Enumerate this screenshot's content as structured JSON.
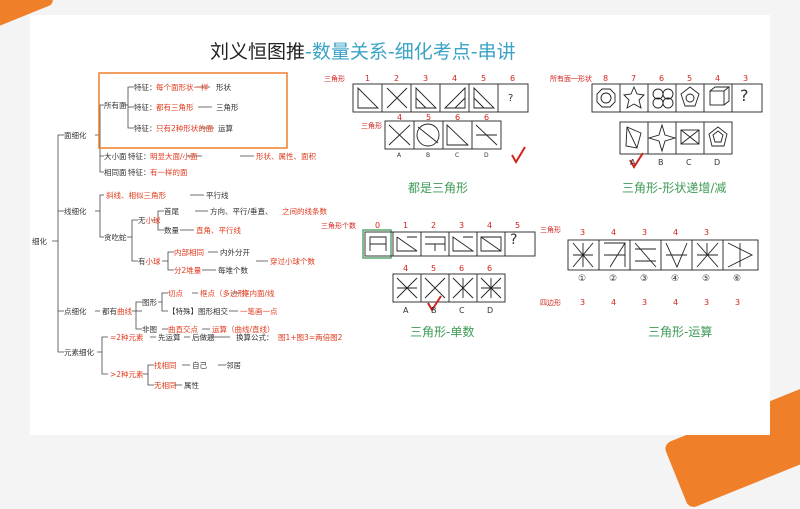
{
  "title": {
    "part1": "刘义恒图推",
    "part2": "-数量关系-细化考点-串讲"
  },
  "mindmap": {
    "root": "细化",
    "n_face": "面细化",
    "n_all": "所有面",
    "feat1_label": "特征：",
    "feat1_val": "每个面形状一样",
    "feat1_out": "形状",
    "feat2_label": "特征：",
    "feat2_val": "都有三角形",
    "feat2_out": "三角形",
    "feat3_label": "特征：",
    "feat3_val": "只有2种形状的面",
    "feat3_out": "运算",
    "n_size": "大小面",
    "size_label": "特征：",
    "size_val": "明显大面/小面",
    "size_out": "形状、属性、面积",
    "n_same": "相同面",
    "same_label": "特征：",
    "same_val": "有一样的面",
    "n_line": "线细化",
    "line_a": "斜线、相似三角形",
    "line_a_out": "平行线",
    "n_eat": "贪吃蛇",
    "no_ball": "无小球",
    "no_ball_pre": "无",
    "no_ball_red": "小球",
    "head": "首尾",
    "head_out1": "方向、平行/垂直、",
    "head_out2": "之间的线条数",
    "count": "数量",
    "count_out": "直角、平行线",
    "has_ball_pre": "有",
    "has_ball_red": "小球",
    "inner_same": "内部相同",
    "inner_out": "内外分开",
    "inner_note": "穿过小球个数",
    "split": "分2堆量",
    "split_out": "每堆个数",
    "n_point": "点细化",
    "curve_pre": "都有",
    "curve_red": "曲线",
    "shape": "图形",
    "tangent": "切点",
    "tangent_mid": "框点（多边形）",
    "tangent_out": "框内面/线",
    "special": "【特殊】图形相交",
    "special_out": "一笔画一点",
    "nonshape": "非图",
    "nonshape_mid": "曲直交点",
    "nonshape_out": "运算（曲线/直线）",
    "n_elem": "元素细化",
    "two_elem": "=2种元素",
    "two_first": "先运算",
    "two_then": "后做题",
    "two_formula_pre": "换算公式：",
    "two_formula": "图1+图3=两倍图2",
    "more_elem": ">2种元素",
    "find_same": "找相同",
    "find_same_out1": "自己",
    "find_same_out2": "邻居",
    "no_same": "无相同",
    "no_same_out": "属性"
  },
  "puzzles": {
    "p1": {
      "label": "三角形",
      "nums": [
        "1",
        "2",
        "3",
        "4",
        "5",
        "6"
      ],
      "sub_label": "三角形",
      "sub_nums": [
        "4",
        "5",
        "6",
        "6"
      ],
      "options": [
        "A",
        "B",
        "C",
        "D"
      ],
      "question": "?",
      "caption": "都是三角形"
    },
    "p2": {
      "label": "所有面一形状",
      "nums": [
        "8",
        "7",
        "6",
        "5",
        "4",
        "3"
      ],
      "options": [
        "A",
        "B",
        "C",
        "D"
      ],
      "question": "?",
      "caption": "三角形-形状递增/减"
    },
    "p3": {
      "label": "三角形个数",
      "nums": [
        "0",
        "1",
        "2",
        "3",
        "4",
        "5"
      ],
      "sub_nums": [
        "4",
        "5",
        "6",
        "6"
      ],
      "options": [
        "A",
        "B",
        "C",
        "D"
      ],
      "question": "?",
      "caption": "三角形-单数"
    },
    "p4": {
      "label_top": "三角形",
      "top_nums": [
        "3",
        "4",
        "3",
        "4",
        "3"
      ],
      "options": [
        "①",
        "②",
        "③",
        "④",
        "⑤",
        "⑥"
      ],
      "label_bottom": "四边形",
      "bottom_nums": [
        "3",
        "4",
        "3",
        "4",
        "3",
        "3"
      ],
      "caption": "三角形-运算"
    }
  },
  "colors": {
    "accent": "#f07f2a",
    "red": "#e03a1c",
    "green": "#3c9a55",
    "title_blue": "#3aa3c6"
  }
}
